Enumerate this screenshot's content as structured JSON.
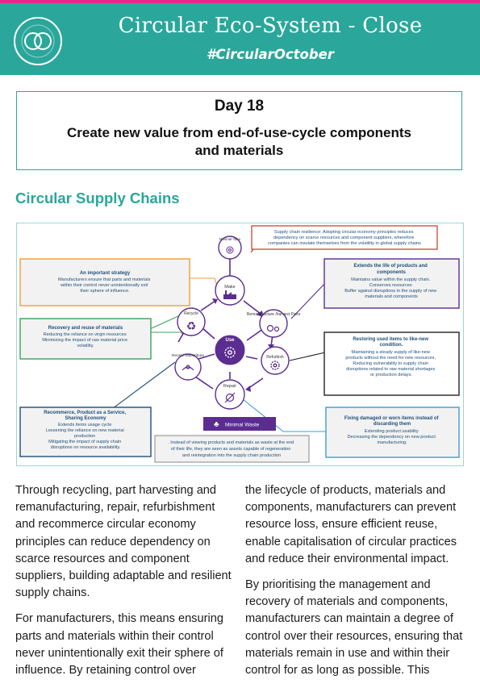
{
  "colors": {
    "teal": "#2aa79a",
    "magenta": "#e7268c",
    "purple": "#5b2d90",
    "orange": "#f39c34",
    "green": "#3aa35a",
    "navy": "#1f4e79",
    "red": "#c0392b",
    "blue": "#3aa0d0"
  },
  "header": {
    "title": "Circular Eco-System - Close",
    "hashtag": "#CircularOctober",
    "logo_icon": "interlocking-circles-logo"
  },
  "day_box": {
    "day": "Day 18",
    "description": "Create new value from end-of-use-cycle components and materials"
  },
  "section_heading": "Circular Supply Chains",
  "diagram": {
    "center": "Use",
    "nodes": {
      "minimal_take": "Minimal Take",
      "make": "Make",
      "remanufacture": "Remanufacture /harvest Parts",
      "refurbish": "Refurbish",
      "repair": "Repair",
      "reuse": "Reuse/ redistribute",
      "recycle": "Recycle",
      "minimal_waste": "Minimal Waste"
    },
    "boxes": {
      "supply_chain": {
        "title": "Supply chain resilience",
        "lines": [
          "Supply chain resilience: Adopting circular economy principles reduces",
          "dependency on scarce resources and component suppliers, wherefore",
          "companies can insulate themselves from the volatility in global supply chains"
        ]
      },
      "strategy": {
        "title": "An important strategy",
        "lines": [
          "Manufacturers ensure that parts and materials",
          "within their control never unintentionally exit",
          "their sphere of influence."
        ]
      },
      "extends": {
        "title_lines": [
          "Extends the life of products and",
          "components"
        ],
        "lines": [
          "Maintains value within the supply chain.",
          "Conserves resources",
          "Buffer against disruptions in the supply of new",
          "materials and components"
        ]
      },
      "recovery": {
        "title": "Recovery and reuse of materials",
        "lines": [
          "Reducing the reliance on virgin resources",
          "Minimizing the impact of raw material price",
          "volatility."
        ]
      },
      "restoring": {
        "title_lines": [
          "Restoring used items to like-new",
          "condition."
        ],
        "lines": [
          "Maintaining a steady supply of like-new",
          "products without the need for new resources,",
          "Reducing vulnerability to supply chain",
          "disruptions related to raw material shortages",
          "or production delays."
        ]
      },
      "recommerce": {
        "title_lines": [
          "Recommerce, Product as a Service,",
          "Sharing Economy"
        ],
        "lines": [
          "Extends items usage cycle",
          "Lessening the reliance on new material",
          "production",
          "Mitigating the impact of supply chain",
          "disruptions on resource availability."
        ]
      },
      "fixing": {
        "title_lines": [
          "Fixing damaged or worn items instead of",
          "discarding them"
        ],
        "lines": [
          "Extending product usability",
          "Decreasing the dependency on new product",
          "manufacturing."
        ]
      },
      "waste": {
        "lines": [
          ". Instead of viewing products and materials as waste at the end",
          "of their life, they are seen as assets capable of regeneration",
          "and reintegration into the supply chain production"
        ]
      }
    }
  },
  "body": {
    "left_paragraphs": [
      "Through recycling, part harvesting and remanufacturing, repair, refurbishment and recommerce circular economy principles can reduce dependency on scarce resources and component suppliers, building adaptable and resilient supply chains.",
      "For manufacturers, this means ensuring parts and materials within their control never unintentionally exit their sphere of influence. By retaining control over"
    ],
    "right_paragraphs": [
      "the lifecycle of products, materials and components, manufacturers can prevent resource loss, ensure efficient reuse, enable capitalisation of circular practices and reduce their environmental impact.",
      "By prioritising the management and recovery of materials and components, manufacturers can maintain a degree of control over their resources, ensuring that materials remain in use and within their control for as long as possible. This"
    ]
  }
}
